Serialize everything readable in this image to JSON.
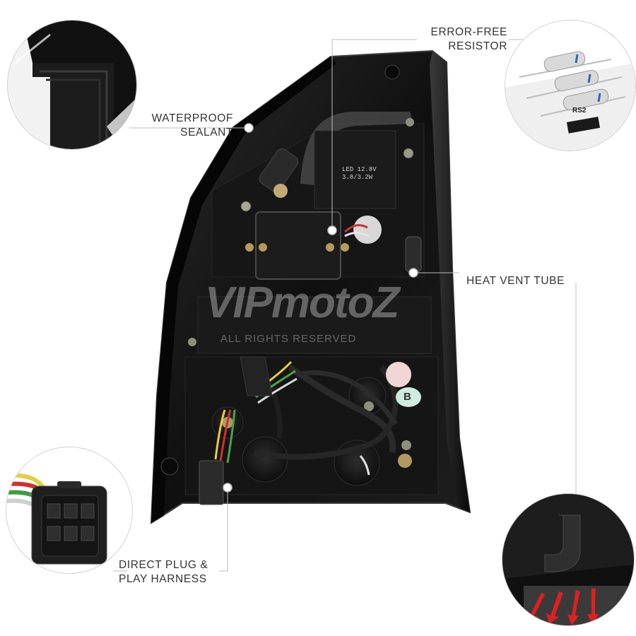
{
  "callouts": {
    "waterproof_sealant": {
      "line1": "WATERPROOF",
      "line2": "SEALANT"
    },
    "error_free_resistor": {
      "line1": "ERROR-FREE",
      "line2": "RESISTOR"
    },
    "heat_vent_tube": "HEAT VENT TUBE",
    "direct_plug": {
      "line1": "DIRECT PLUG &",
      "line2": "PLAY HARNESS"
    }
  },
  "watermark": {
    "logo": "VIPmotoZ",
    "subtitle": "ALL RIGHTS RESERVED"
  },
  "lamp_markings": {
    "led_line1": "LED 12.8V",
    "led_line2": "3.8/3.2W",
    "badge_b": "B",
    "resistor_print": "RS2"
  },
  "colors": {
    "background": "#ffffff",
    "housing": "#141414",
    "callout_line": "#bdbdbd",
    "arrow_red": "#e02020"
  },
  "icons": [
    "callout-dot-icon",
    "heat-arrow-icon"
  ]
}
